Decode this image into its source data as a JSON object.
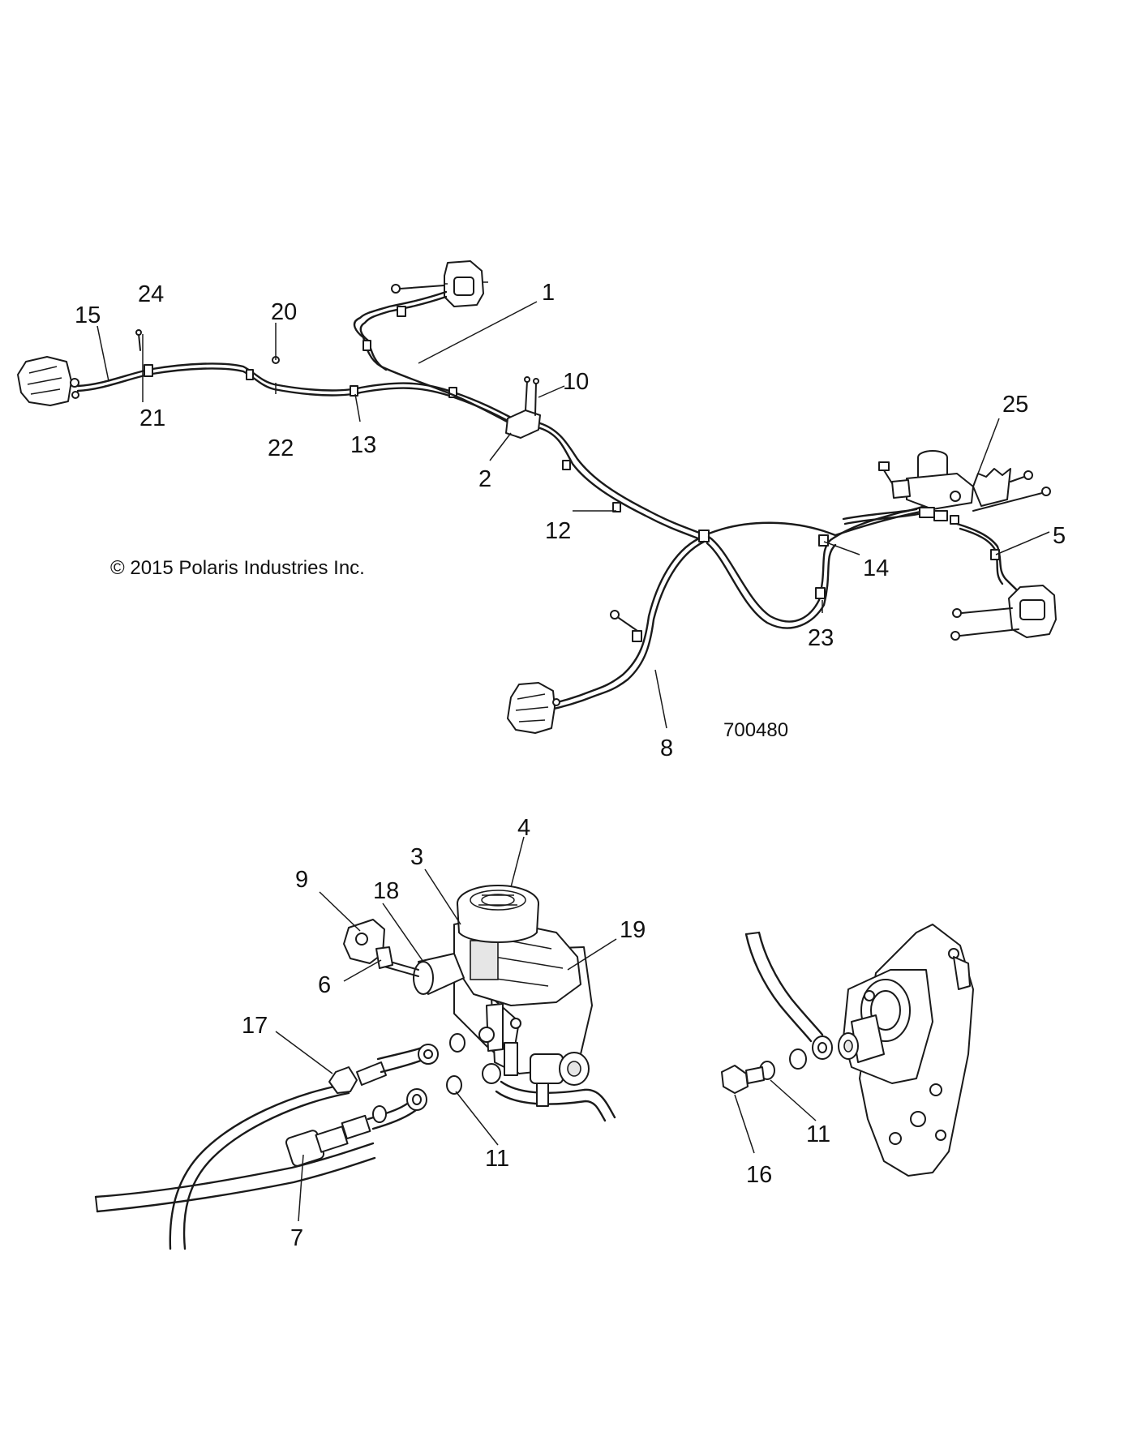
{
  "copyright": "© 2015 Polaris Industries Inc.",
  "figure_id": "700480",
  "callouts": {
    "c1": "1",
    "c2": "2",
    "c3": "3",
    "c4": "4",
    "c5": "5",
    "c6": "6",
    "c7": "7",
    "c8": "8",
    "c9": "9",
    "c10": "10",
    "c11a": "11",
    "c11b": "11",
    "c12": "12",
    "c13": "13",
    "c14": "14",
    "c15": "15",
    "c16": "16",
    "c17": "17",
    "c18": "18",
    "c19": "19",
    "c20": "20",
    "c21": "21",
    "c22": "22",
    "c23": "23",
    "c24": "24",
    "c25": "25"
  }
}
